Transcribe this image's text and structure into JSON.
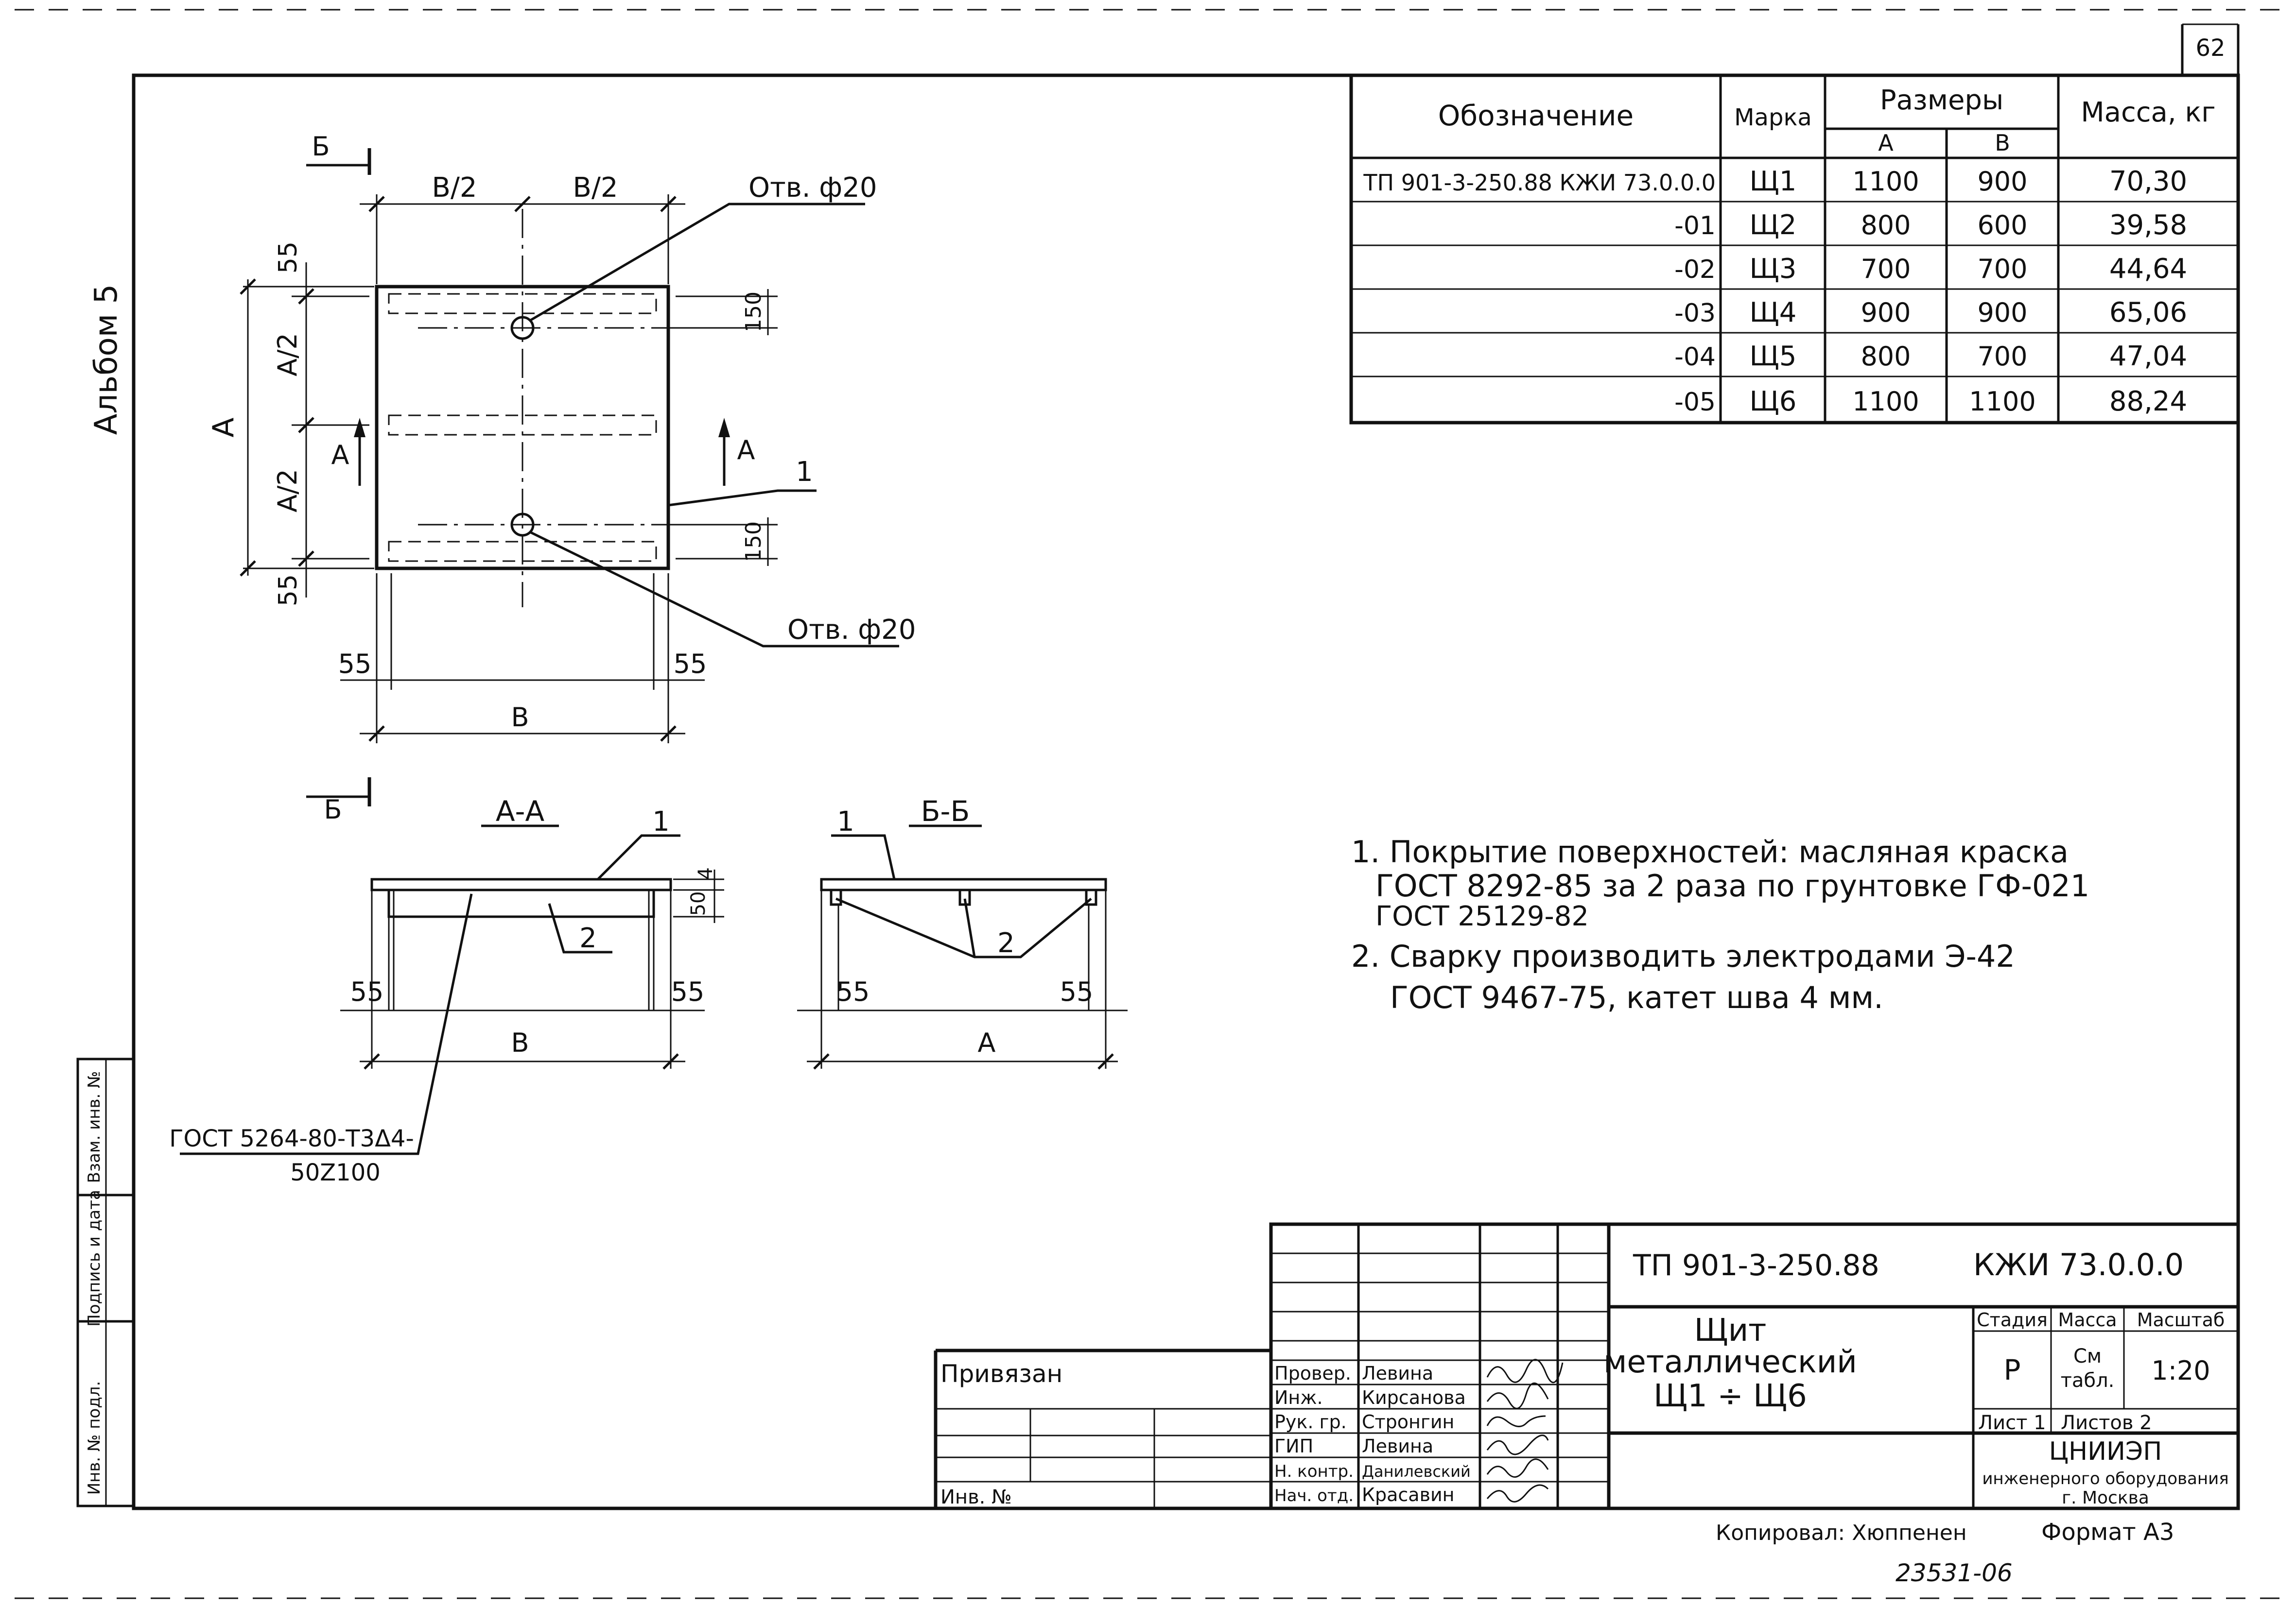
{
  "sheet_number": "62",
  "album": "Альбом 5",
  "spec_table": {
    "header": {
      "designation": "Обозначение",
      "mark": "Марка",
      "sizes": "Размеры",
      "col_a": "А",
      "col_b": "В",
      "mass": "Масса, кг"
    },
    "rows": [
      {
        "designation": "ТП 901-3-250.88 КЖИ 73.0.0.0",
        "mark": "Щ1",
        "a": "1100",
        "b": "900",
        "mass": "70,30"
      },
      {
        "designation": "-01",
        "mark": "Щ2",
        "a": "800",
        "b": "600",
        "mass": "39,58"
      },
      {
        "designation": "-02",
        "mark": "Щ3",
        "a": "700",
        "b": "700",
        "mass": "44,64"
      },
      {
        "designation": "-03",
        "mark": "Щ4",
        "a": "900",
        "b": "900",
        "mass": "65,06"
      },
      {
        "designation": "-04",
        "mark": "Щ5",
        "a": "800",
        "b": "700",
        "mass": "47,04"
      },
      {
        "designation": "-05",
        "mark": "Щ6",
        "a": "1100",
        "b": "1100",
        "mass": "88,24"
      }
    ]
  },
  "plan_view": {
    "dim_b_half_1": "В/2",
    "dim_b_half_2": "В/2",
    "hole_top": "Отв. ф20",
    "hole_bottom": "Отв. ф20",
    "dim_a": "А",
    "dim_a_half_1": "А/2",
    "dim_a_half_2": "А/2",
    "dim_55_top": "55",
    "dim_55_bottom": "55",
    "dim_55_left": "55",
    "dim_55_right": "55",
    "dim_150_top": "150",
    "dim_150_bottom": "150",
    "dim_b": "В",
    "section_a_left": "А",
    "section_a_right": "А",
    "section_b_top": "Б",
    "section_b_bottom": "Б",
    "pos_1": "1"
  },
  "section_aa": {
    "title": "А-А",
    "pos_1": "1",
    "pos_2": "2",
    "dim_4": "4",
    "dim_50": "50",
    "dim_55_left": "55",
    "dim_55_right": "55",
    "dim_b": "В",
    "gost_line1": "ГОСТ 5264-80-Т3Δ4-",
    "gost_line2": "50Z100"
  },
  "section_bb": {
    "title": "Б-Б",
    "pos_1": "1",
    "pos_2": "2",
    "dim_55_left": "55",
    "dim_55_right": "55",
    "dim_a": "А"
  },
  "notes": [
    "1. Покрытие поверхностей: масляная краска",
    "ГОСТ 8292-85 за 2 раза по грунтовке ГФ-021",
    "ГОСТ 25129-82",
    "2. Сварку производить электродами Э-42",
    "ГОСТ 9467-75, катет шва 4 мм."
  ],
  "side_stamp": {
    "inv_podl": "Инв. № подл.",
    "sign_date": "Подпись и дата",
    "vzam_inv": "Взам. инв. №"
  },
  "title_block": {
    "project_code": "ТП 901-3-250.88",
    "drawing_code": "КЖИ 73.0.0.0",
    "title_line1": "Щит",
    "title_line2": "металлический",
    "title_line3": "Щ1 ÷ Щ6",
    "privyazan": "Привязан",
    "inv_no": "Инв. №",
    "roles": [
      {
        "role": "Провер.",
        "name": "Левина"
      },
      {
        "role": "Инж.",
        "name": "Кирсанова"
      },
      {
        "role": "Рук. гр.",
        "name": "Стронгин"
      },
      {
        "role": "ГИП",
        "name": "Левина"
      },
      {
        "role": "Н. контр.",
        "name": "Данилевский"
      },
      {
        "role": "Нач. отд.",
        "name": "Красавин"
      }
    ],
    "stage_label": "Стадия",
    "mass_label": "Масса",
    "scale_label": "Масштаб",
    "stage_value": "Р",
    "mass_value_1": "См",
    "mass_value_2": "табл.",
    "scale_value": "1:20",
    "sheet_label": "Лист 1",
    "sheets_label": "Листов 2",
    "org_line1": "ЦНИИЭП",
    "org_line2": "инженерного оборудования",
    "org_line3": "г. Москва"
  },
  "copied_by": "Копировал: Хюппенен",
  "format": "Формат А3",
  "archive_no": "23531-06"
}
